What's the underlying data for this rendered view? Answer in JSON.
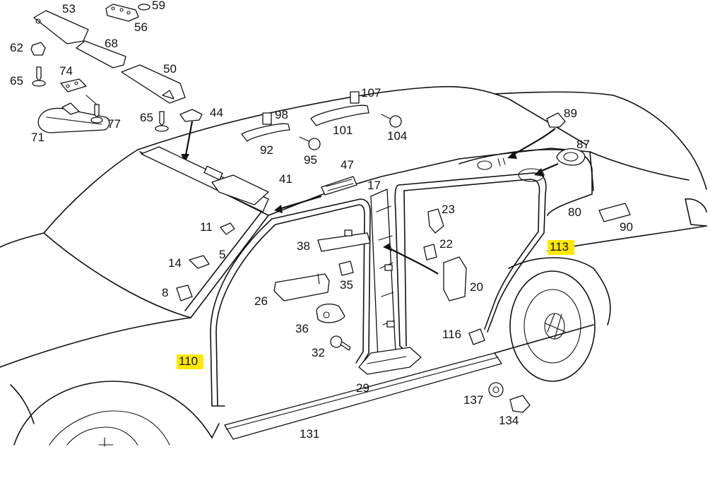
{
  "labels": [
    {
      "id": "53",
      "text": "53",
      "highlight": false
    },
    {
      "id": "59",
      "text": "59",
      "highlight": false
    },
    {
      "id": "56",
      "text": "56",
      "highlight": false
    },
    {
      "id": "62",
      "text": "62",
      "highlight": false
    },
    {
      "id": "68",
      "text": "68",
      "highlight": false
    },
    {
      "id": "74",
      "text": "74",
      "highlight": false
    },
    {
      "id": "50",
      "text": "50",
      "highlight": false
    },
    {
      "id": "65a",
      "text": "65",
      "highlight": false
    },
    {
      "id": "77",
      "text": "77",
      "highlight": false
    },
    {
      "id": "65b",
      "text": "65",
      "highlight": false
    },
    {
      "id": "44",
      "text": "44",
      "highlight": false
    },
    {
      "id": "71",
      "text": "71",
      "highlight": false
    },
    {
      "id": "98",
      "text": "98",
      "highlight": false
    },
    {
      "id": "107",
      "text": "107",
      "highlight": false
    },
    {
      "id": "89",
      "text": "89",
      "highlight": false
    },
    {
      "id": "101",
      "text": "101",
      "highlight": false
    },
    {
      "id": "104",
      "text": "104",
      "highlight": false
    },
    {
      "id": "92",
      "text": "92",
      "highlight": false
    },
    {
      "id": "95",
      "text": "95",
      "highlight": false
    },
    {
      "id": "87",
      "text": "87",
      "highlight": false
    },
    {
      "id": "47",
      "text": "47",
      "highlight": false
    },
    {
      "id": "41",
      "text": "41",
      "highlight": false
    },
    {
      "id": "17",
      "text": "17",
      "highlight": false
    },
    {
      "id": "23",
      "text": "23",
      "highlight": false
    },
    {
      "id": "80",
      "text": "80",
      "highlight": false
    },
    {
      "id": "90",
      "text": "90",
      "highlight": false
    },
    {
      "id": "11",
      "text": "11",
      "highlight": false
    },
    {
      "id": "38",
      "text": "38",
      "highlight": false
    },
    {
      "id": "22",
      "text": "22",
      "highlight": false
    },
    {
      "id": "113",
      "text": "113",
      "highlight": true
    },
    {
      "id": "5",
      "text": "5",
      "highlight": false
    },
    {
      "id": "14",
      "text": "14",
      "highlight": false
    },
    {
      "id": "35",
      "text": "35",
      "highlight": false
    },
    {
      "id": "20",
      "text": "20",
      "highlight": false
    },
    {
      "id": "8",
      "text": "8",
      "highlight": false
    },
    {
      "id": "26",
      "text": "26",
      "highlight": false
    },
    {
      "id": "36",
      "text": "36",
      "highlight": false
    },
    {
      "id": "116",
      "text": "116",
      "highlight": false
    },
    {
      "id": "32",
      "text": "32",
      "highlight": false
    },
    {
      "id": "110",
      "text": "110",
      "highlight": true
    },
    {
      "id": "29",
      "text": "29",
      "highlight": false
    },
    {
      "id": "137",
      "text": "137",
      "highlight": false
    },
    {
      "id": "134",
      "text": "134",
      "highlight": false
    },
    {
      "id": "131",
      "text": "131",
      "highlight": false
    }
  ],
  "colors": {
    "highlight": "#ffe800",
    "line": "#111111",
    "background": "#ffffff"
  }
}
